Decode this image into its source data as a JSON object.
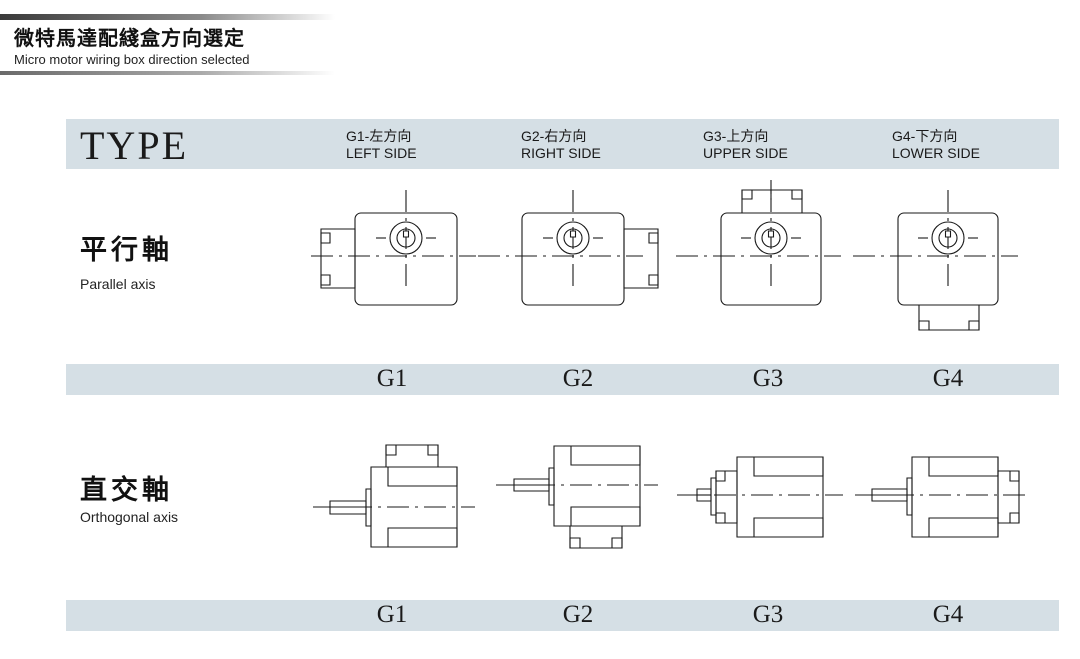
{
  "heading": {
    "title_zh": "微特馬達配綫盒方向選定",
    "title_en": "Micro motor wiring box direction selected"
  },
  "table": {
    "type_label": "TYPE",
    "columns": [
      {
        "zh": "G1-左方向",
        "en": "LEFT SIDE"
      },
      {
        "zh": "G2-右方向",
        "en": "RIGHT SIDE"
      },
      {
        "zh": "G3-上方向",
        "en": "UPPER SIDE"
      },
      {
        "zh": "G4-下方向",
        "en": "LOWER SIDE"
      }
    ],
    "rows": [
      {
        "name_zh": "平行軸",
        "name_en": "Parallel axis",
        "codes": [
          "G1",
          "G2",
          "G3",
          "G4"
        ]
      },
      {
        "name_zh": "直交軸",
        "name_en": "Orthogonal axis",
        "codes": [
          "G1",
          "G2",
          "G3",
          "G4"
        ]
      }
    ]
  },
  "colors": {
    "band": "#d5dfe5",
    "ink": "#1a1a1a"
  }
}
